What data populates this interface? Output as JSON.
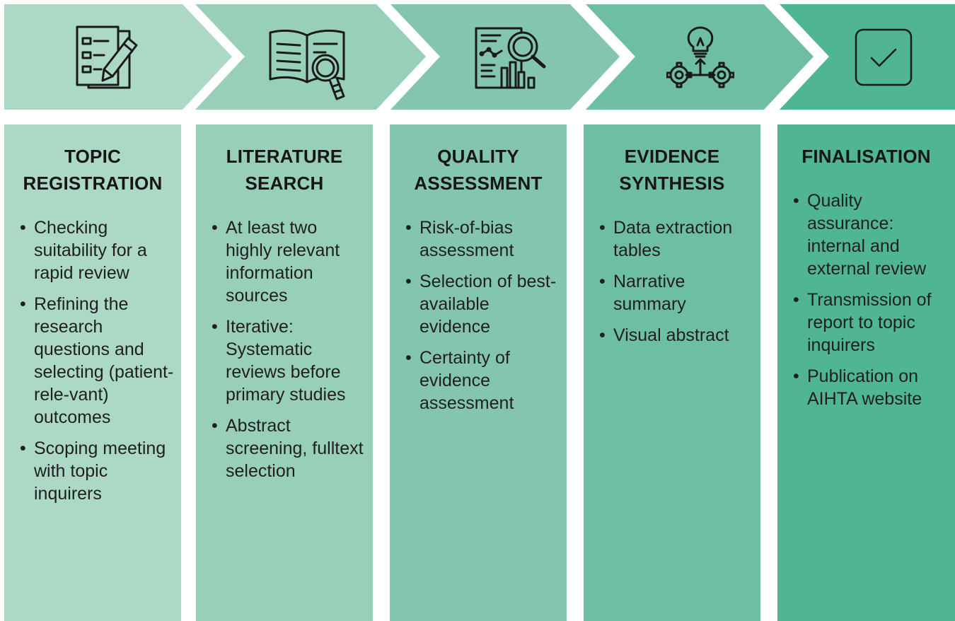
{
  "colors": {
    "stage1": "#acd8c6",
    "stage2": "#98cfb9",
    "stage3": "#84c6ad",
    "stage4": "#6ebea1",
    "stage5": "#50b592",
    "icon_stroke": "#1a1a1a",
    "text": "#1f1f1f"
  },
  "stages": [
    {
      "id": "topic-registration",
      "icon": "checklist-pencil-icon",
      "title_lines": [
        "TOPIC",
        "REGISTRATION"
      ],
      "items": [
        "Checking suitability for a rapid review",
        "Refining the research questions and selecting (patient-rele-vant) outcomes",
        "Scoping meeting with topic inquirers"
      ]
    },
    {
      "id": "literature-search",
      "icon": "book-magnifier-icon",
      "title_lines": [
        "LITERATURE",
        "SEARCH"
      ],
      "items": [
        "At least two highly relevant information sources",
        "Iterative: Systematic reviews before primary studies",
        "Abstract screening, fulltext selection"
      ]
    },
    {
      "id": "quality-assessment",
      "icon": "report-magnifier-icon",
      "title_lines": [
        "QUALITY",
        "ASSESSMENT"
      ],
      "items": [
        "Risk-of-bias assessment",
        "Selection of best-available evidence",
        "Certainty of evidence assessment"
      ]
    },
    {
      "id": "evidence-synthesis",
      "icon": "lightbulb-gears-icon",
      "title_lines": [
        "EVIDENCE",
        "SYNTHESIS"
      ],
      "items": [
        "Data extraction tables",
        "Narrative summary",
        "Visual abstract"
      ]
    },
    {
      "id": "finalisation",
      "icon": "checkbox-icon",
      "title_lines": [
        "FINALISATION"
      ],
      "items": [
        "Quality assurance: internal and external review",
        "Transmission of report to topic inquirers",
        "Publication on AIHTA website"
      ]
    }
  ]
}
